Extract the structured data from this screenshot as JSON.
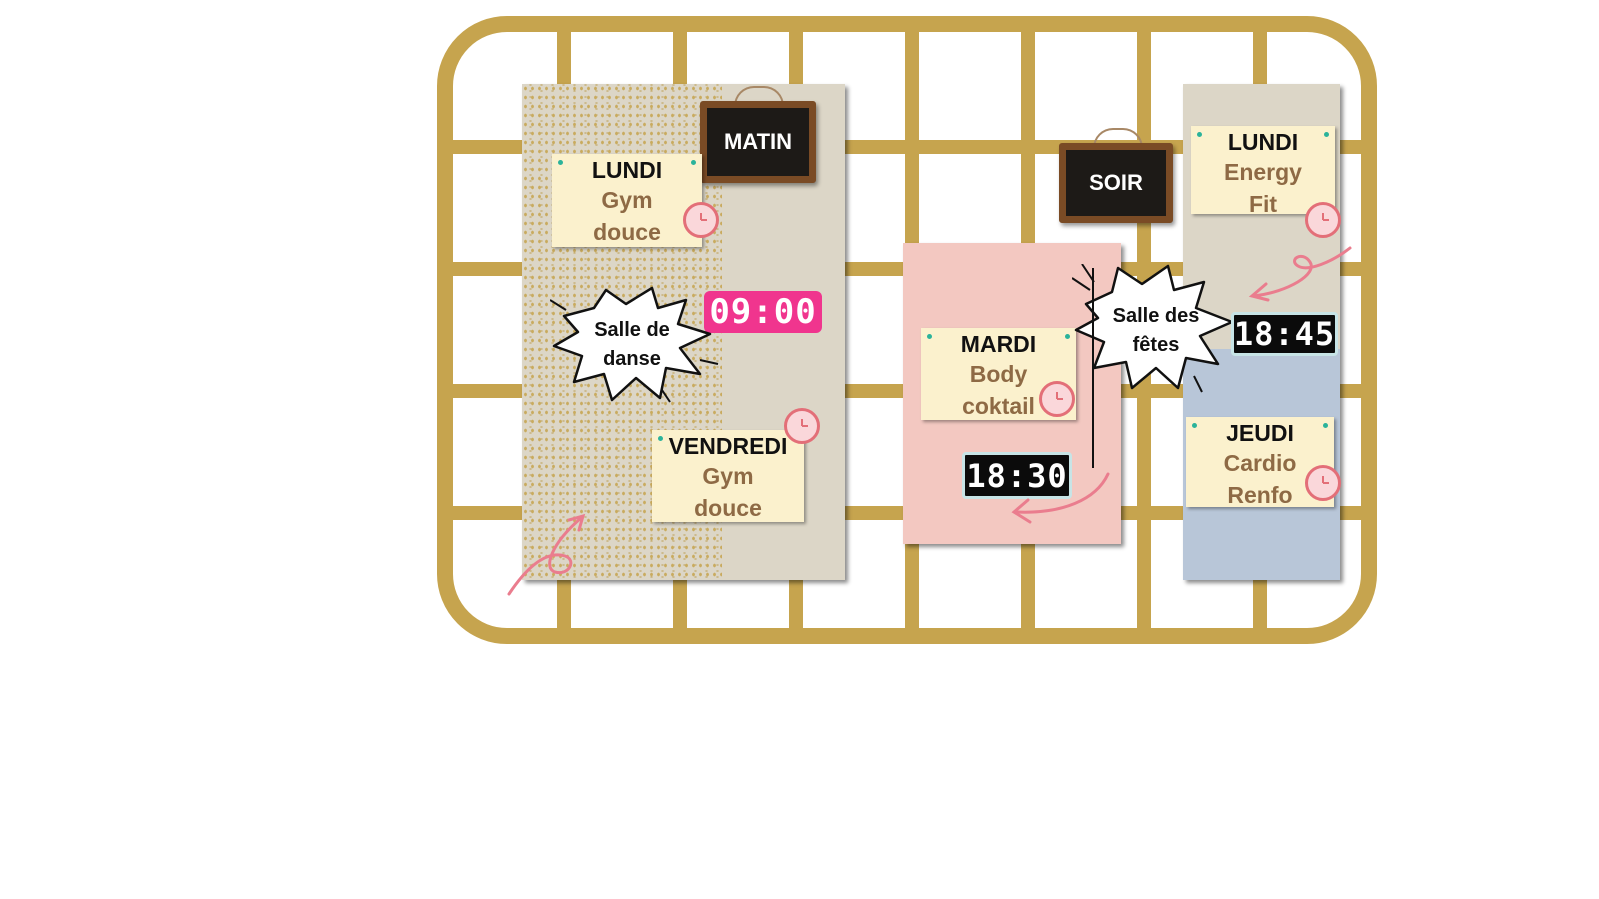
{
  "colors": {
    "grid_gold": "#c6a44e",
    "panel_beige": "#dcd6c7",
    "panel_pink": "#f3c8c1",
    "panel_blue": "#b8c6d8",
    "note_yellow": "#fbf1cd",
    "class_brown": "#8e6a45",
    "time_pink": "#f0358e",
    "accent_pink": "#e36f78"
  },
  "boards": {
    "matin": "MATIN",
    "soir": "SOIR"
  },
  "notes": {
    "lundi_matin": {
      "day": "LUNDI",
      "line1": "Gym",
      "line2": "douce"
    },
    "vendredi": {
      "day": "VENDREDI",
      "line1": "Gym",
      "line2": "douce"
    },
    "mardi": {
      "day": "MARDI",
      "line1": "Body",
      "line2": "coktail"
    },
    "lundi_soir": {
      "day": "LUNDI",
      "line1": "Energy",
      "line2": "Fit"
    },
    "jeudi": {
      "day": "JEUDI",
      "line1": "Cardio",
      "line2": "Renfo"
    }
  },
  "times": {
    "matin": "09:00",
    "mardi": "18:30",
    "soir": "18:45"
  },
  "bubbles": {
    "salle_danse_line1": "Salle de",
    "salle_danse_line2": "danse",
    "salle_fetes_line1": "Salle des",
    "salle_fetes_line2": "fêtes"
  },
  "icons": {
    "clock": "clock-icon",
    "arrow": "swirl-arrow-icon",
    "burst": "speech-burst-icon"
  }
}
